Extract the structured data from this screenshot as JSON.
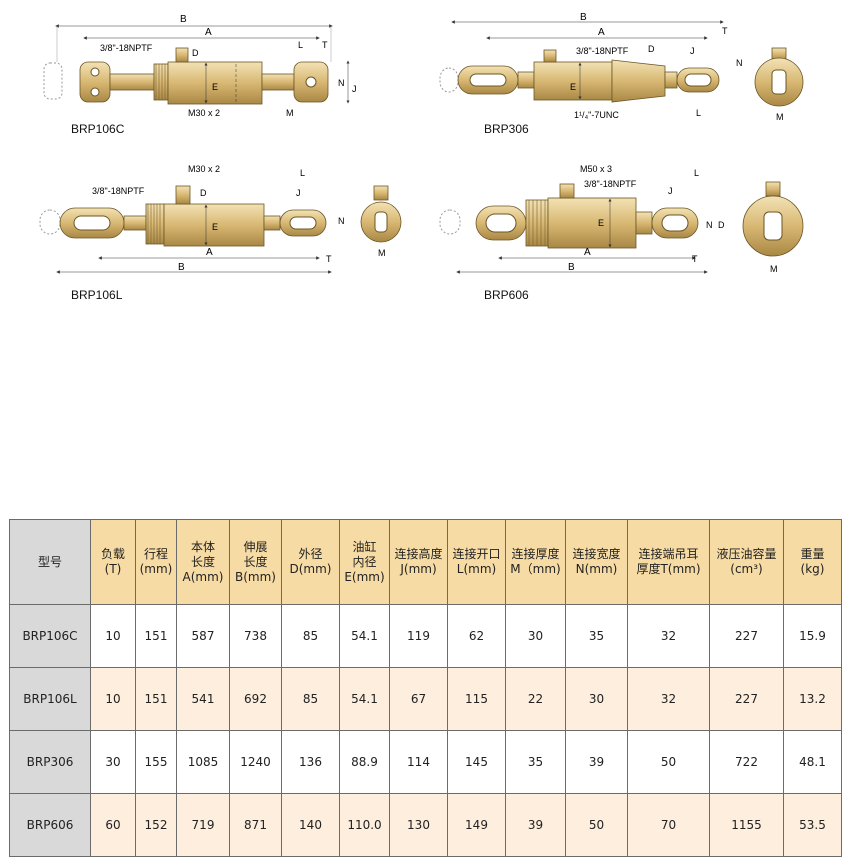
{
  "diagrams": [
    {
      "model": "BRP106C",
      "thread": "3/8\"-18NPTF",
      "port_thread": "M30 x 2",
      "dims": [
        "B",
        "A",
        "D",
        "E",
        "L",
        "T",
        "N",
        "J",
        "M"
      ]
    },
    {
      "model": "BRP306",
      "thread": "3/8\"-18NPTF",
      "port_thread": "1¹/₄\"-7UNC",
      "dims": [
        "B",
        "A",
        "D",
        "E",
        "T",
        "J",
        "N",
        "L",
        "M"
      ]
    },
    {
      "model": "BRP106L",
      "thread": "3/8\"-18NPTF",
      "port_thread": "M30 x 2",
      "dims": [
        "D",
        "E",
        "L",
        "J",
        "N",
        "A",
        "B",
        "T",
        "M"
      ]
    },
    {
      "model": "BRP606",
      "thread": "3/8\"-18NPTF",
      "port_thread": "M50 x 3",
      "dims": [
        "E",
        "J",
        "L",
        "N",
        "D",
        "A",
        "B",
        "T",
        "M"
      ]
    }
  ],
  "table": {
    "headers": [
      [
        "型号"
      ],
      [
        "负载",
        "(T)"
      ],
      [
        "行程",
        "(mm)"
      ],
      [
        "本体",
        "长度",
        "A(mm)"
      ],
      [
        "伸展",
        "长度",
        "B(mm)"
      ],
      [
        "外径",
        "D(mm)"
      ],
      [
        "油缸",
        "内径",
        "E(mm)"
      ],
      [
        "连接高度",
        "J(mm)"
      ],
      [
        "连接开口",
        "L(mm)"
      ],
      [
        "连接厚度",
        "M（mm)"
      ],
      [
        "连接宽度",
        "N(mm)"
      ],
      [
        "连接端吊耳",
        "厚度T(mm)"
      ],
      [
        "液压油容量",
        "(cm³)"
      ],
      [
        "重量",
        "(kg)"
      ]
    ],
    "rows": [
      [
        "BRP106C",
        "10",
        "151",
        "587",
        "738",
        "85",
        "54.1",
        "119",
        "62",
        "30",
        "35",
        "32",
        "227",
        "15.9"
      ],
      [
        "BRP106L",
        "10",
        "151",
        "541",
        "692",
        "85",
        "54.1",
        "67",
        "115",
        "22",
        "30",
        "32",
        "227",
        "13.2"
      ],
      [
        "BRP306",
        "30",
        "155",
        "1085",
        "1240",
        "136",
        "88.9",
        "114",
        "145",
        "35",
        "39",
        "50",
        "722",
        "48.1"
      ],
      [
        "BRP606",
        "60",
        "152",
        "719",
        "871",
        "140",
        "110.0",
        "130",
        "149",
        "39",
        "50",
        "70",
        "1155",
        "53.5"
      ]
    ]
  }
}
